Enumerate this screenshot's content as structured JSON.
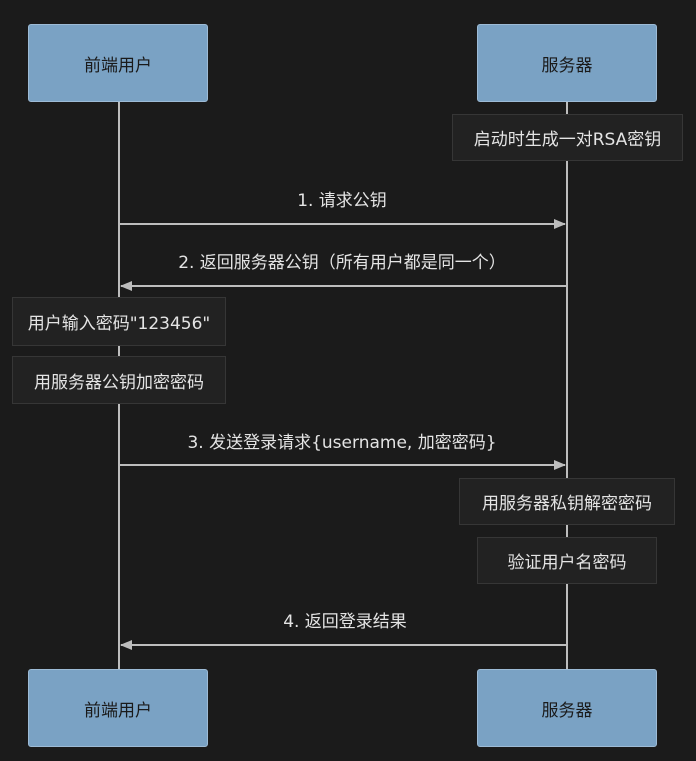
{
  "participants": {
    "client": "前端用户",
    "server": "服务器"
  },
  "notes": {
    "server_init": "启动时生成一对RSA密钥",
    "client_input": "用户输入密码\"123456\"",
    "client_encrypt": "用服务器公钥加密密码",
    "server_decrypt": "用服务器私钥解密密码",
    "server_verify": "验证用户名密码"
  },
  "messages": [
    {
      "label": "1. 请求公钥",
      "direction": "client-to-server"
    },
    {
      "label": "2. 返回服务器公钥（所有用户都是同一个）",
      "direction": "server-to-client"
    },
    {
      "label": "3. 发送登录请求{username, 加密密码}",
      "direction": "client-to-server"
    },
    {
      "label": "4. 返回登录结果",
      "direction": "server-to-client"
    }
  ],
  "colors": {
    "background": "#1b1b1b",
    "actor_fill": "#7aa2c4",
    "line": "#bdbdbd",
    "note_fill": "#222222",
    "text": "#e4e4e4"
  }
}
